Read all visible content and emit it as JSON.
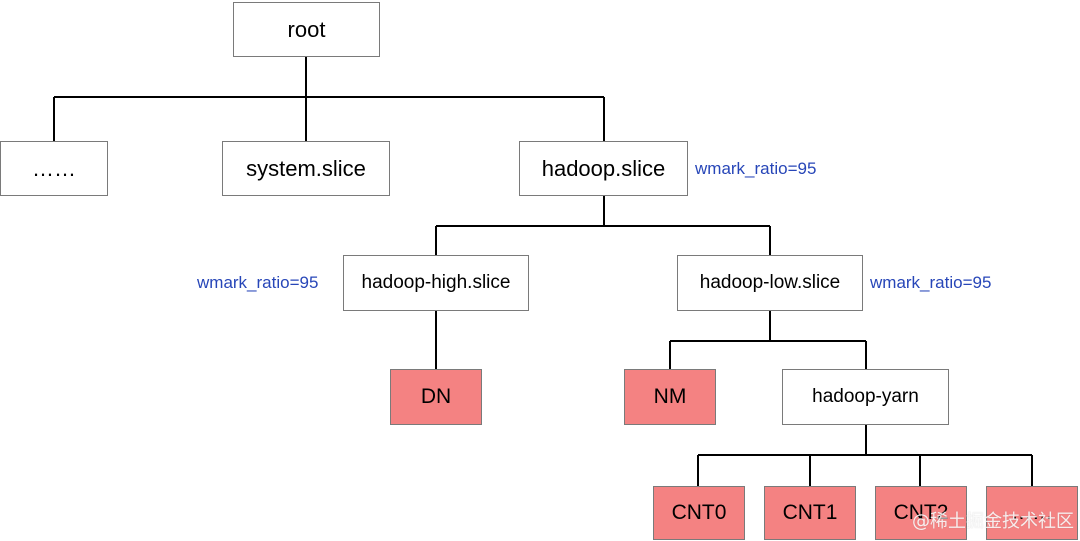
{
  "nodes": {
    "root": "root",
    "ellipsis": "……",
    "system_slice": "system.slice",
    "hadoop_slice": "hadoop.slice",
    "hadoop_high_slice": "hadoop-high.slice",
    "hadoop_low_slice": "hadoop-low.slice",
    "dn": "DN",
    "nm": "NM",
    "hadoop_yarn": "hadoop-yarn",
    "cnt0": "CNT0",
    "cnt1": "CNT1",
    "cnt2": "CNT2",
    "cnt3": "……"
  },
  "annotations": {
    "hadoop_slice": "wmark_ratio=95",
    "hadoop_high_slice": "wmark_ratio=95",
    "hadoop_low_slice": "wmark_ratio=95"
  },
  "watermark": "@稀土掘金技术社区",
  "colors": {
    "container_fill": "#ffffff",
    "process_fill": "#f48282",
    "annotation_text": "#2746b8",
    "edge": "#000000"
  }
}
